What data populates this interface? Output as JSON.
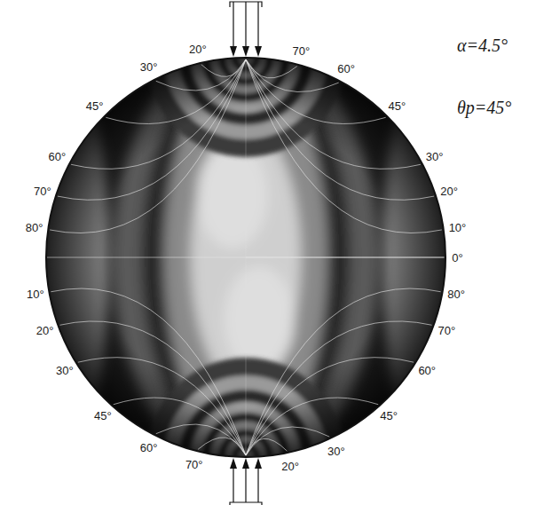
{
  "diagram": {
    "labels": [
      "20°",
      "30°",
      "45°",
      "60°",
      "70°",
      "80°",
      "10°",
      "20°",
      "30°",
      "45°",
      "60°",
      "70°",
      "70°",
      "60°",
      "45°",
      "30°",
      "20°",
      "10°",
      "0°",
      "80°",
      "70°",
      "60°",
      "45°",
      "30°",
      "20°",
      "α=4.5°",
      "θp=45°"
    ]
  }
}
